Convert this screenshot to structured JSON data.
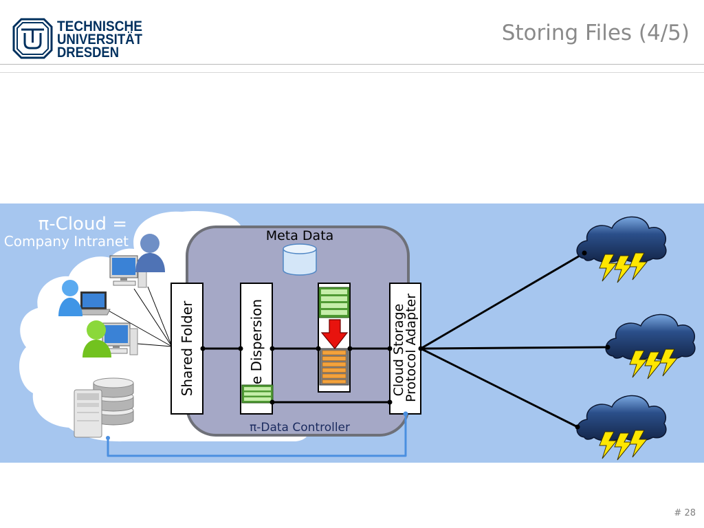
{
  "slide": {
    "title": "Storing Files (4/5)",
    "page_number": "# 28"
  },
  "logo": {
    "lines": [
      "TECHNISCHE",
      "UNIVERSITÄT",
      "DRESDEN"
    ]
  },
  "diagram": {
    "intranet": {
      "title": "π-Cloud =",
      "subtitle": "Company Intranet"
    },
    "controller": {
      "label": "π-Data Controller",
      "meta_data": "Meta Data",
      "shared_folder": "Shared Folder",
      "dispersion": "e Dispersion",
      "adapter_lines": [
        "Cloud Storage",
        "Protocol Adapter"
      ]
    }
  },
  "icons": {
    "logo": "tu-dresden-emblem-icon",
    "users": [
      "user-icon",
      "user-icon",
      "user-icon"
    ],
    "clients": [
      "desktop-computer-icon",
      "laptop-icon",
      "desktop-computer-icon"
    ],
    "backend": [
      "server-tower-icon",
      "storage-disks-icon"
    ],
    "meta_data": "database-icon",
    "racks": [
      "server-rack-icon",
      "server-rack-icon",
      "server-rack-icon"
    ],
    "flow": "down-arrow-icon",
    "providers": [
      "storm-cloud-icon",
      "storm-cloud-icon",
      "storm-cloud-icon"
    ],
    "hazard": "lightning-icon"
  },
  "colors": {
    "logo_blue": "#00305e",
    "title_gray": "#8a8a8a",
    "band_background": "#a6c6ef",
    "controller_fill": "#a5a8c6",
    "controller_border": "#6e7078",
    "connector_blue": "#4a8fe0",
    "arrow_red": "#e8130e",
    "lightning_yellow": "#ffe600"
  }
}
